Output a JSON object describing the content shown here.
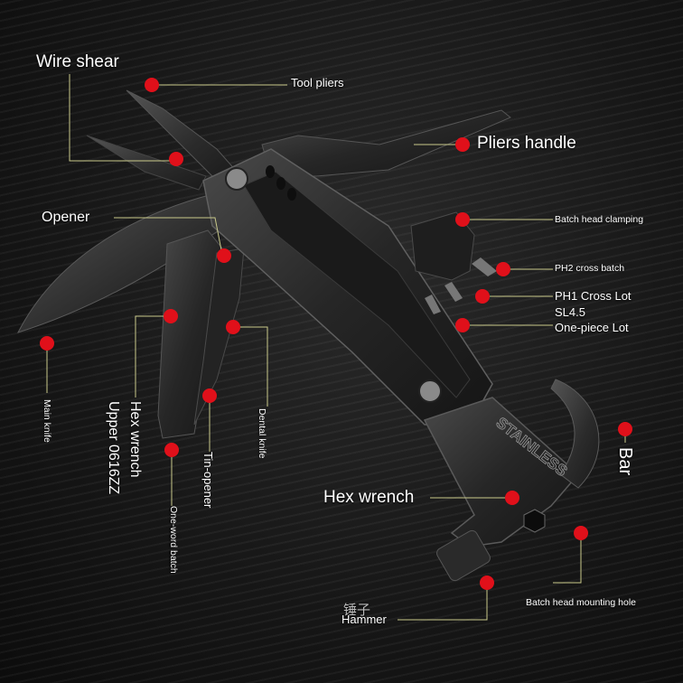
{
  "labels": {
    "wire_shear": "Wire shear",
    "tool_pliers": "Tool pliers",
    "pliers_handle": "Pliers handle",
    "opener": "Opener",
    "batch_head_clamping": "Batch head clamping",
    "ph2_cross_batch": "PH2 cross batch",
    "ph1_cross_lot": "PH1  Cross Lot",
    "sl45": "SL4.5",
    "one_piece_lot": "One-piece Lot",
    "main_knife": "Main knife",
    "hex_wrench_upper_1": "Hex wrench",
    "hex_wrench_upper_2": "Upper 0616ZZ",
    "one_word_batch": "One-word batch",
    "tin_opener": "Tin-opener",
    "dental_knife": "Dental knife",
    "hex_wrench": "Hex wrench",
    "bar": "Bar",
    "batch_head_mounting_hole": "Batch head mounting hole",
    "hammer": "Hammer",
    "hammer_cn": "锤子"
  },
  "engraving": "STAINLESS",
  "colors": {
    "marker": "#e0101a",
    "leader": "#c9c98a",
    "tool_body": "#1f1f1f",
    "tool_highlight": "#4a4a4a"
  }
}
